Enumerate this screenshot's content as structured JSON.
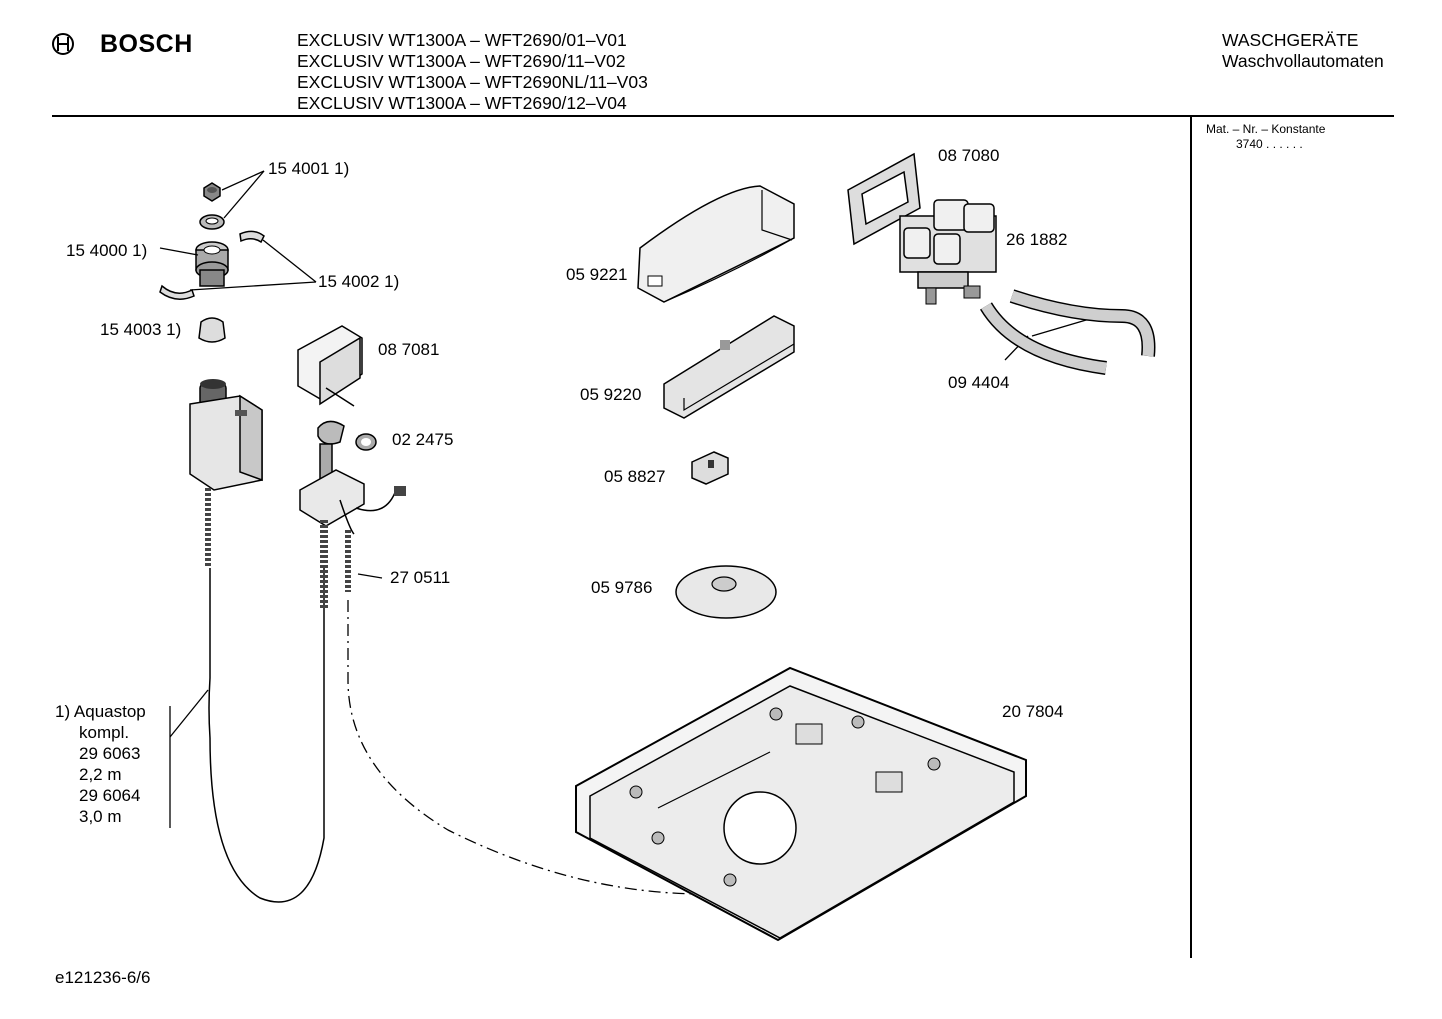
{
  "header": {
    "brand": "BOSCH",
    "models": [
      "EXCLUSIV WT1300A – WFT2690/01–V01",
      "EXCLUSIV WT1300A – WFT2690/11–V02",
      "EXCLUSIV WT1300A – WFT2690NL/11–V03",
      "EXCLUSIV WT1300A – WFT2690/12–V04"
    ],
    "category": "WASCHGERÄTE",
    "subcategory": "Waschvollautomaten"
  },
  "sidebar": {
    "mat_label": "Mat. – Nr. – Konstante",
    "mat_value": "3740 .  .    .  .  .  ."
  },
  "parts": {
    "p154001": "15 4001 1)",
    "p154000": "15 4000 1)",
    "p154002": "15 4002 1)",
    "p154003": "15 4003 1)",
    "p087081": "08 7081",
    "p022475": "02 2475",
    "p270511": "27 0511",
    "p059221": "05 9221",
    "p059220": "05 9220",
    "p058827": "05 8827",
    "p059786": "05 9786",
    "p087080": "08 7080",
    "p261882": "26 1882",
    "p094404": "09 4404",
    "p207804": "20 7804"
  },
  "note": {
    "line1": "1) Aquastop",
    "line2": "kompl.",
    "line3": "29 6063",
    "line4": "2,2 m",
    "line5": "29 6064",
    "line6": "3,0 m"
  },
  "footer": {
    "code": "e121236-6/6"
  }
}
